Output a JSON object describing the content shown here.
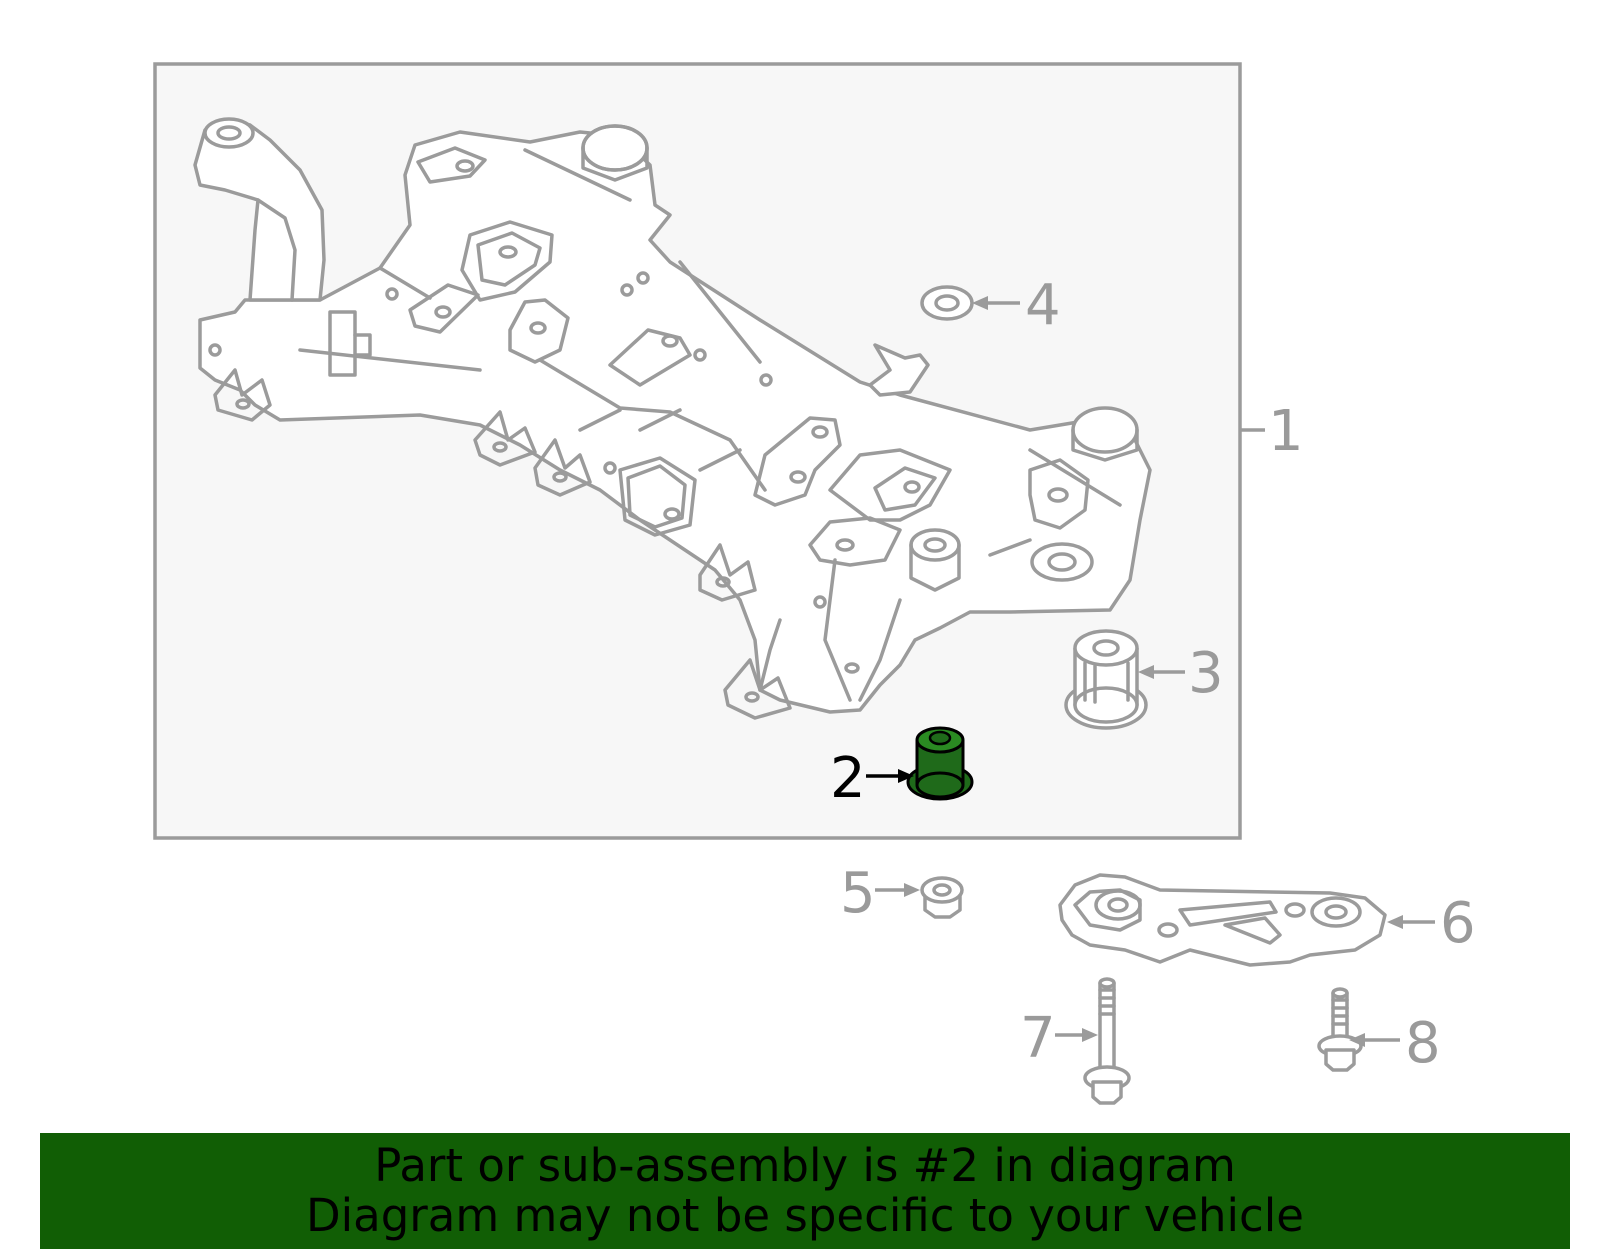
{
  "diagram": {
    "callouts": [
      "1",
      "2",
      "3",
      "4",
      "5",
      "6",
      "7",
      "8"
    ],
    "highlighted_part": "2",
    "highlight_color": "#115e05",
    "line_color": "#9b9b9b"
  },
  "banner": {
    "line1": "Part or sub-assembly is #2 in diagram",
    "line2": "Diagram may not be specific to your vehicle",
    "background": "#115e05"
  }
}
